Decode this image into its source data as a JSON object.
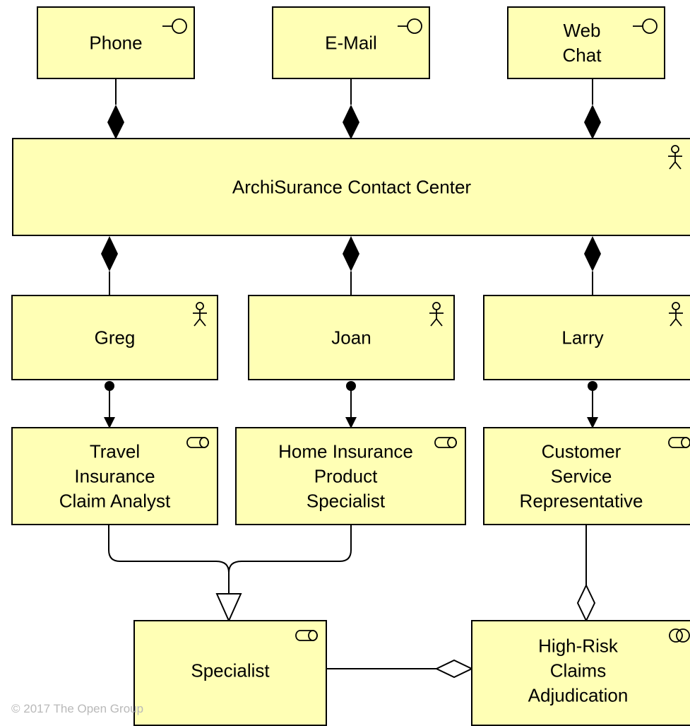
{
  "channels": {
    "phone": "Phone",
    "email": "E-Mail",
    "webchat": "Web\nChat"
  },
  "contact_center": "ArchiSurance Contact Center",
  "actors": {
    "greg": "Greg",
    "joan": "Joan",
    "larry": "Larry"
  },
  "roles": {
    "travel": "Travel\nInsurance\nClaim Analyst",
    "home": "Home Insurance\nProduct\nSpecialist",
    "csr": "Customer\nService\nRepresentative",
    "specialist": "Specialist"
  },
  "collaboration": "High-Risk\nClaims\nAdjudication",
  "copyright": "© 2017 The Open Group",
  "colors": {
    "element_fill": "#ffffb5",
    "stroke": "#000000",
    "copyright": "#b9b9b9"
  },
  "icons": {
    "interface": "interface-icon",
    "actor": "actor-icon",
    "role": "role-icon",
    "collaboration": "collaboration-icon"
  }
}
